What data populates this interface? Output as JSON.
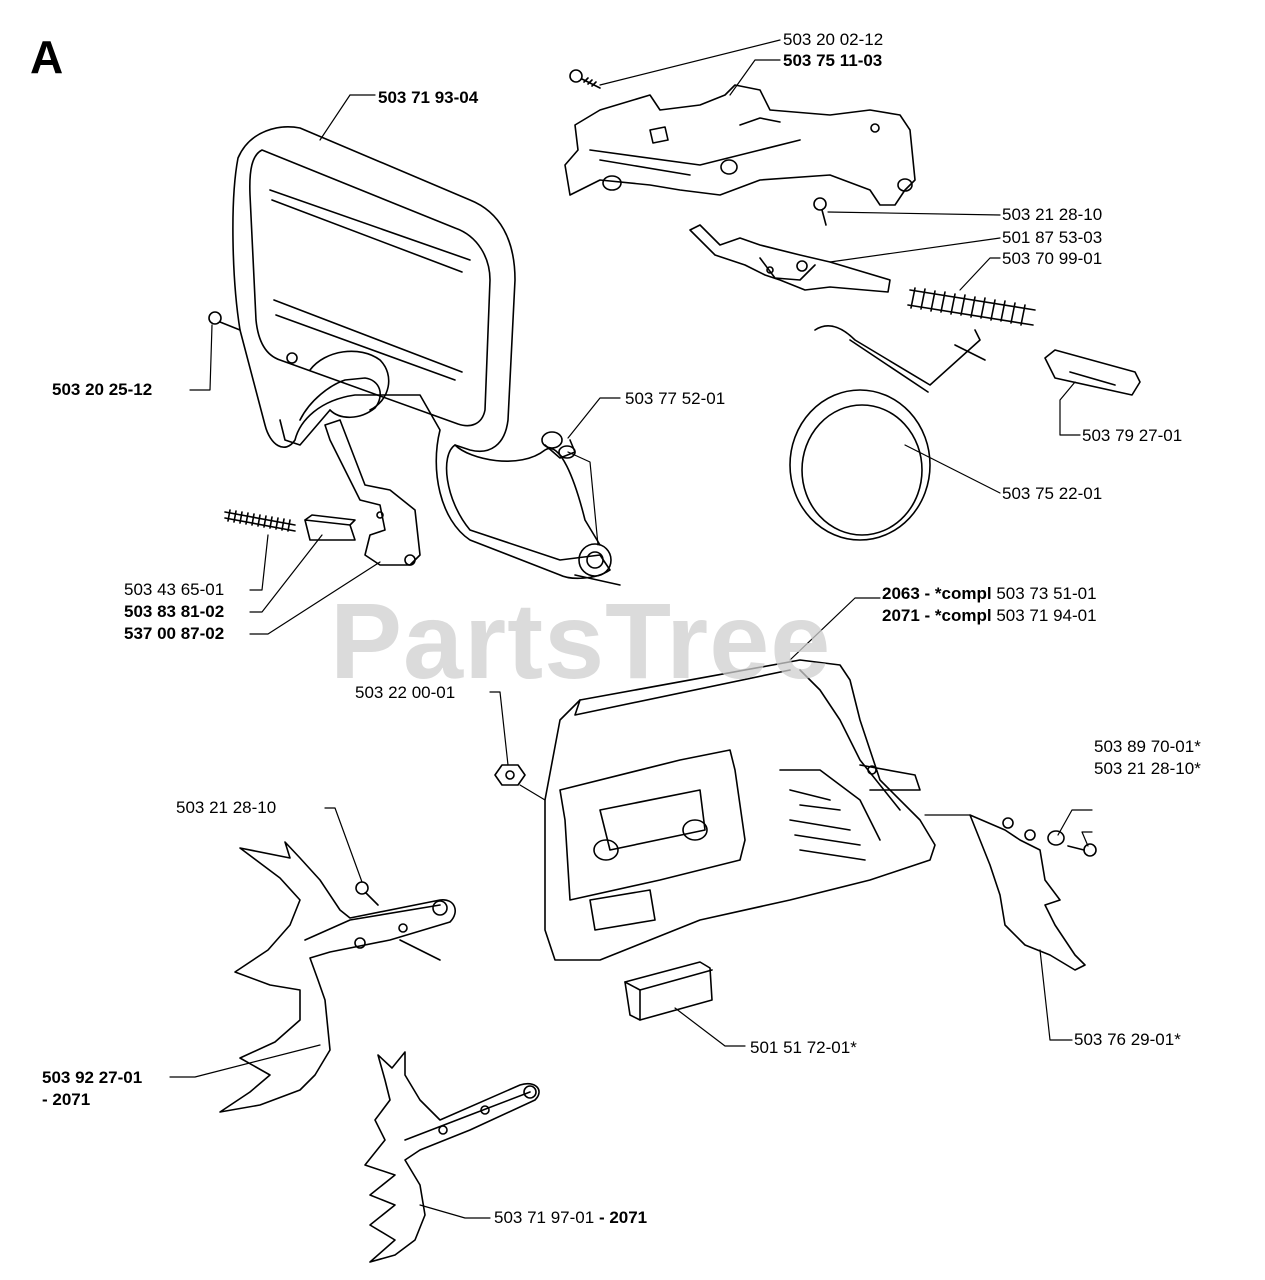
{
  "section_letter": "A",
  "watermark": "PartsTree",
  "callouts": {
    "bolt_top": "503 20 02-12",
    "chain_catcher_plate": "503 75 11-03",
    "front_hand_guard": "503 71 93-04",
    "screw_small_right": "503 21 28-10",
    "brake_lever": "501 87 53-03",
    "brake_spring": "503 70 99-01",
    "screw_left": "503 20 25-12",
    "bushing": "503 77 52-01",
    "spring_cover": "503 79 27-01",
    "brake_band": "503 75 22-01",
    "spring_small": "503 43 65-01",
    "sleeve": "503 83 81-02",
    "trigger_lever": "537 00 87-02",
    "cover_2063_prefix": "2063 - *compl",
    "cover_2063_part": "503 73 51-01",
    "cover_2071_prefix": "2071 - *compl",
    "cover_2071_part": "503 71 94-01",
    "nut": "503 22 00-01",
    "spacer_star": "503 89 70-01*",
    "screw_star": "503 21 28-10*",
    "screw_bumper": "503 21 28-10",
    "spike_plate_outer_part": "503 76 29-01*",
    "filter_pad": "501 51 72-01*",
    "bumper_spike_large_part": "503 92 27-01",
    "bumper_spike_large_model": "- 2071",
    "bumper_spike_small_part": "503 71 97-01",
    "bumper_spike_small_model": "- 2071"
  }
}
